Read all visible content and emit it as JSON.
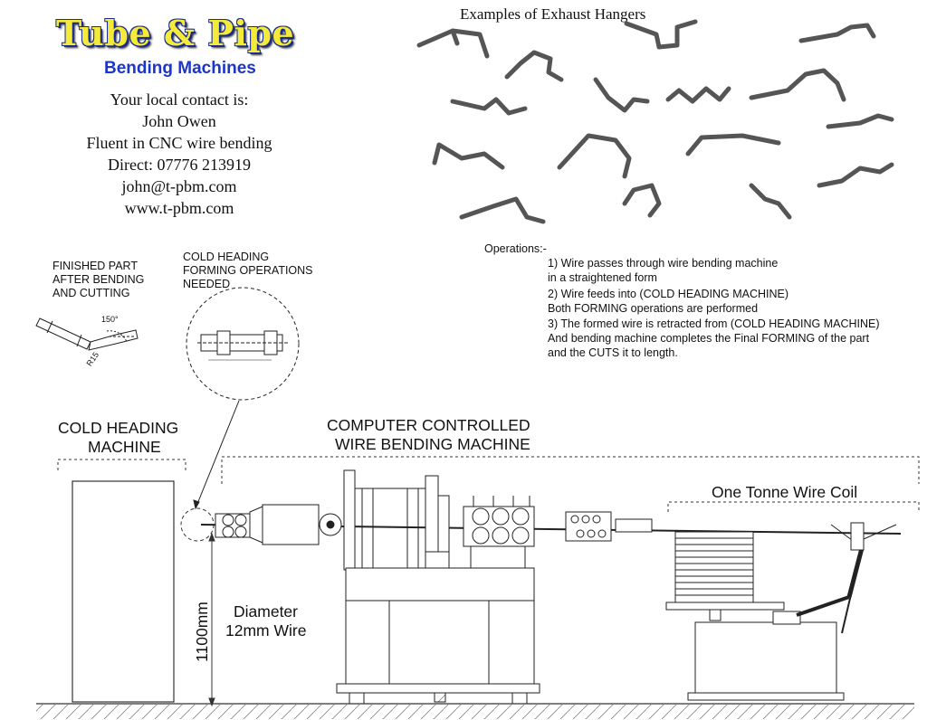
{
  "logo": {
    "title": "Tube & Pipe",
    "subtitle": "Bending Machines"
  },
  "contact": {
    "intro": "Your local contact is:",
    "name": "John Owen",
    "skill": "Fluent in CNC wire bending",
    "direct": "Direct: 07776 213919",
    "email": "john@t-pbm.com",
    "website": "www.t-pbm.com"
  },
  "examples": {
    "title": "Examples of Exhaust Hangers"
  },
  "operations": {
    "heading": "Operations:-",
    "lines": [
      "1) Wire passes through wire bending machine",
      "    in a straightened form",
      "2) Wire feeds into (COLD HEADING MACHINE)",
      "    Both FORMING operations are performed",
      "3) The formed wire is retracted from (COLD HEADING MACHINE)",
      "    And bending machine completes the Final FORMING of the part",
      "    and the CUTS it to length."
    ]
  },
  "labels": {
    "finished_part": [
      "FINISHED PART",
      "AFTER BENDING",
      "AND CUTTING"
    ],
    "cold_heading_ops": [
      "COLD HEADING",
      "FORMING OPERATIONS",
      "NEEDED"
    ],
    "cold_heading_machine": [
      "COLD HEADING",
      "MACHINE"
    ],
    "wire_bending_machine": [
      "COMPUTER CONTROLLED",
      "WIRE BENDING MACHINE"
    ],
    "wire_coil": "One Tonne Wire Coil",
    "diameter": [
      "Diameter",
      "12mm Wire"
    ],
    "height": "1100mm",
    "angle": "150°",
    "radius": "R15"
  }
}
